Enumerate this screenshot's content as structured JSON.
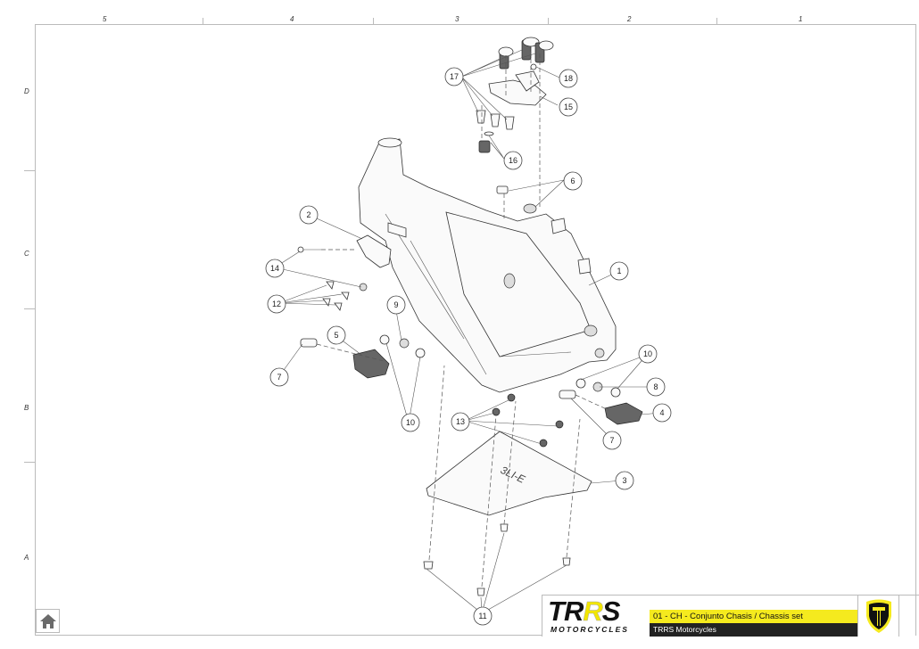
{
  "sheet": {
    "columns": [
      "5",
      "4",
      "3",
      "2",
      "1"
    ],
    "rows": [
      "D",
      "C",
      "B",
      "A"
    ]
  },
  "title_block": {
    "brand_main": [
      "T",
      "R",
      "R",
      "S"
    ],
    "brand_sub": "MOTORCYCLES",
    "drawing_title": "01 - CH - Conjunto Chasis / Chassis set",
    "company": "TRRS Motorcycles",
    "colors": {
      "yellow": "#f5ea1e",
      "black": "#222222"
    }
  },
  "nav": {
    "home_icon": "home-icon"
  },
  "callouts": [
    {
      "id": "1",
      "label": "1"
    },
    {
      "id": "2",
      "label": "2"
    },
    {
      "id": "3",
      "label": "3"
    },
    {
      "id": "4",
      "label": "4"
    },
    {
      "id": "5",
      "label": "5"
    },
    {
      "id": "6",
      "label": "6"
    },
    {
      "id": "7a",
      "label": "7"
    },
    {
      "id": "7b",
      "label": "7"
    },
    {
      "id": "8",
      "label": "8"
    },
    {
      "id": "9",
      "label": "9"
    },
    {
      "id": "10a",
      "label": "10"
    },
    {
      "id": "10b",
      "label": "10"
    },
    {
      "id": "11",
      "label": "11"
    },
    {
      "id": "12",
      "label": "12"
    },
    {
      "id": "13",
      "label": "13"
    },
    {
      "id": "14",
      "label": "14"
    },
    {
      "id": "15",
      "label": "15"
    },
    {
      "id": "16",
      "label": "16"
    },
    {
      "id": "17",
      "label": "17"
    },
    {
      "id": "18",
      "label": "18"
    }
  ]
}
